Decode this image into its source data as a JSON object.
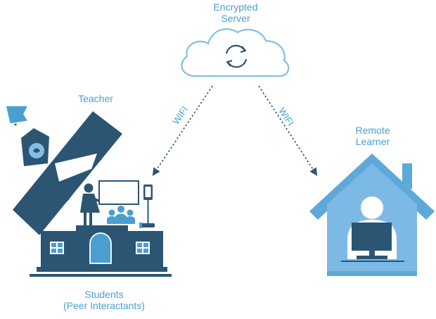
{
  "server": {
    "line1": "Encrypted",
    "line2": "Server"
  },
  "teacher": {
    "label": "Teacher"
  },
  "remote": {
    "line1": "Remote",
    "line2": "Learner"
  },
  "students": {
    "line1": "Students",
    "line2": "(Peer Interactants)"
  },
  "links": {
    "left": "WIFI",
    "right": "WIFI"
  },
  "colors": {
    "accent": "#4a9fd0",
    "navy": "#2c5573",
    "dark": "#244a66",
    "light_blue": "#86bde3",
    "mid_blue": "#5da9d9",
    "wall": "#7db9e5"
  }
}
